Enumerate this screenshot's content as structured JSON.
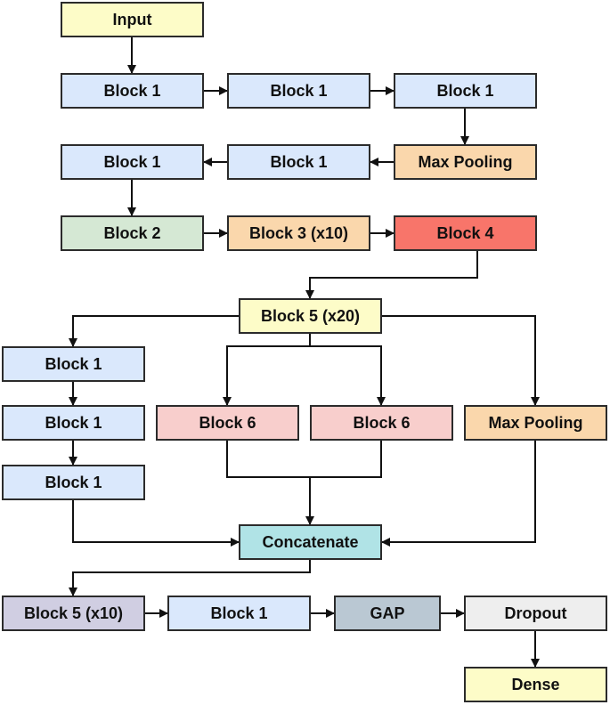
{
  "colors": {
    "yellow": "#fdfcc8",
    "blue": "#dae8fc",
    "orange": "#fad7ac",
    "green": "#d5e8d4",
    "red": "#f8756a",
    "pink": "#f8cecc",
    "cyan": "#b0e3e6",
    "purple": "#d0cee2",
    "gray": "#bac8d3",
    "lightgray": "#eeeeee",
    "line": "#111111"
  },
  "nodes": {
    "input": {
      "label": "Input",
      "color": "yellow"
    },
    "block1_a": {
      "label": "Block 1",
      "color": "blue"
    },
    "block1_b": {
      "label": "Block 1",
      "color": "blue"
    },
    "block1_c": {
      "label": "Block 1",
      "color": "blue"
    },
    "maxpool_1": {
      "label": "Max Pooling",
      "color": "orange"
    },
    "block1_d": {
      "label": "Block 1",
      "color": "blue"
    },
    "block1_e": {
      "label": "Block 1",
      "color": "blue"
    },
    "block2": {
      "label": "Block 2",
      "color": "green"
    },
    "block3": {
      "label": "Block 3 (x10)",
      "color": "orange"
    },
    "block4": {
      "label": "Block 4",
      "color": "red"
    },
    "block5_x20": {
      "label": "Block 5 (x20)",
      "color": "yellow"
    },
    "block1_f": {
      "label": "Block 1",
      "color": "blue"
    },
    "block1_g": {
      "label": "Block 1",
      "color": "blue"
    },
    "block1_h": {
      "label": "Block 1",
      "color": "blue"
    },
    "block6_a": {
      "label": "Block 6",
      "color": "pink"
    },
    "block6_b": {
      "label": "Block 6",
      "color": "pink"
    },
    "maxpool_2": {
      "label": "Max Pooling",
      "color": "orange"
    },
    "concat": {
      "label": "Concatenate",
      "color": "cyan"
    },
    "block5_x10": {
      "label": "Block 5 (x10)",
      "color": "purple"
    },
    "block1_i": {
      "label": "Block 1",
      "color": "blue"
    },
    "gap": {
      "label": "GAP",
      "color": "gray"
    },
    "dropout": {
      "label": "Dropout",
      "color": "lightgray"
    },
    "dense": {
      "label": "Dense",
      "color": "yellow"
    }
  },
  "edges": [
    [
      "input",
      "block1_a"
    ],
    [
      "block1_a",
      "block1_b"
    ],
    [
      "block1_b",
      "block1_c"
    ],
    [
      "block1_c",
      "maxpool_1"
    ],
    [
      "maxpool_1",
      "block1_d"
    ],
    [
      "block1_d",
      "block1_e"
    ],
    [
      "block1_e",
      "block2"
    ],
    [
      "block2",
      "block3"
    ],
    [
      "block3",
      "block4"
    ],
    [
      "block4",
      "block5_x20"
    ],
    [
      "block5_x20",
      "block1_f"
    ],
    [
      "block5_x20",
      "block6_a"
    ],
    [
      "block5_x20",
      "block6_b"
    ],
    [
      "block5_x20",
      "maxpool_2"
    ],
    [
      "block1_f",
      "block1_g"
    ],
    [
      "block1_g",
      "block1_h"
    ],
    [
      "block1_h",
      "concat"
    ],
    [
      "block6_a",
      "concat"
    ],
    [
      "block6_b",
      "concat"
    ],
    [
      "maxpool_2",
      "concat"
    ],
    [
      "concat",
      "block5_x10"
    ],
    [
      "block5_x10",
      "block1_i"
    ],
    [
      "block1_i",
      "gap"
    ],
    [
      "gap",
      "dropout"
    ],
    [
      "dropout",
      "dense"
    ]
  ]
}
